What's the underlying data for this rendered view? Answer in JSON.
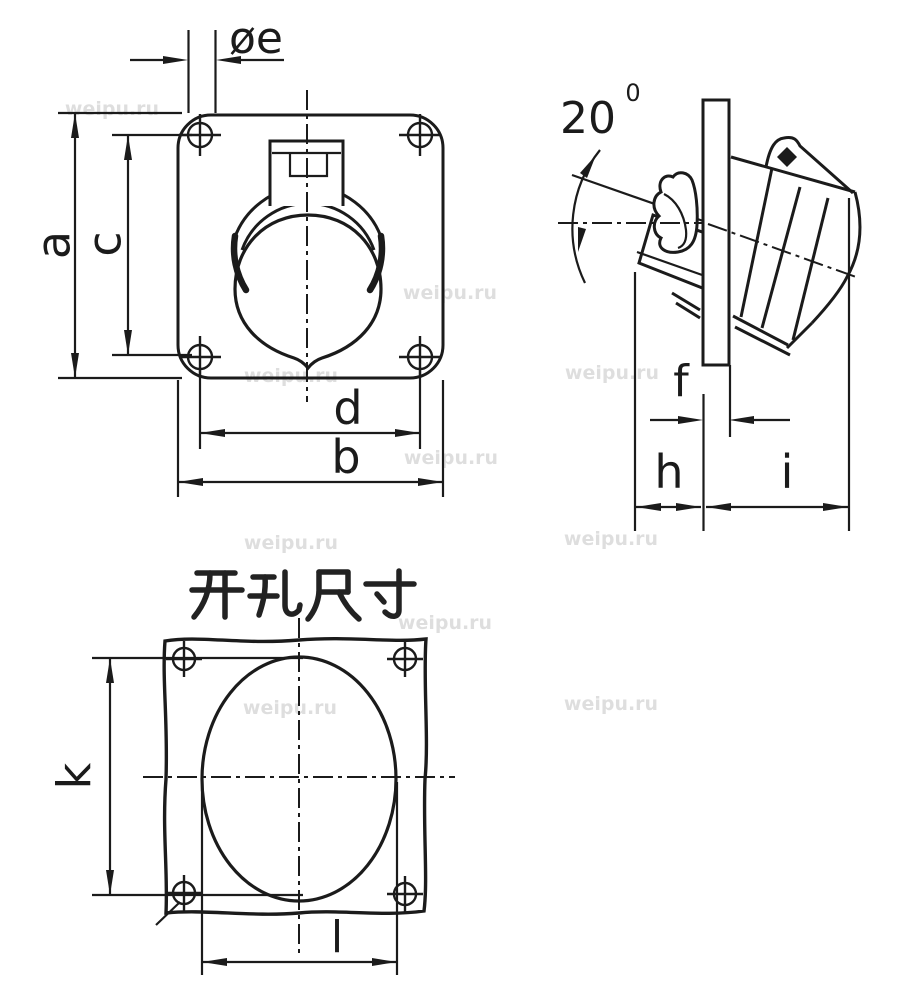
{
  "diagram": {
    "angle": {
      "value": "20",
      "superscript": "0"
    },
    "labels": {
      "e": "øe",
      "a": "a",
      "c": "c",
      "d": "d",
      "b": "b",
      "f": "f",
      "h": "h",
      "i": "i",
      "k": "k",
      "l": "l"
    },
    "cutout_title": "开孔尺寸",
    "watermark": "weipu.ru",
    "ink_color": "#1b1b1b",
    "watermark_color": "rgba(0,0,0,0.13)"
  }
}
